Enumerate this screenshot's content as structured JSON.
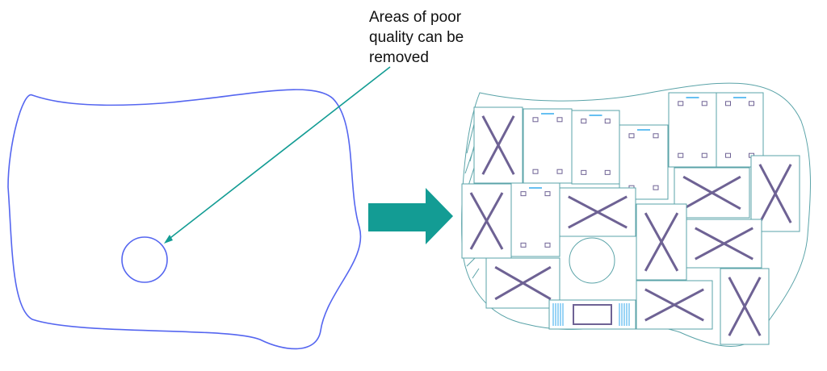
{
  "annotation": {
    "lines": [
      "Areas of poor",
      "quality can be",
      "removed"
    ]
  },
  "colors": {
    "outline": "#5566f0",
    "teal": "#139c94",
    "layout_line": "#5aa3a8",
    "cross": "#6e6294",
    "slot": "#33aaee"
  }
}
